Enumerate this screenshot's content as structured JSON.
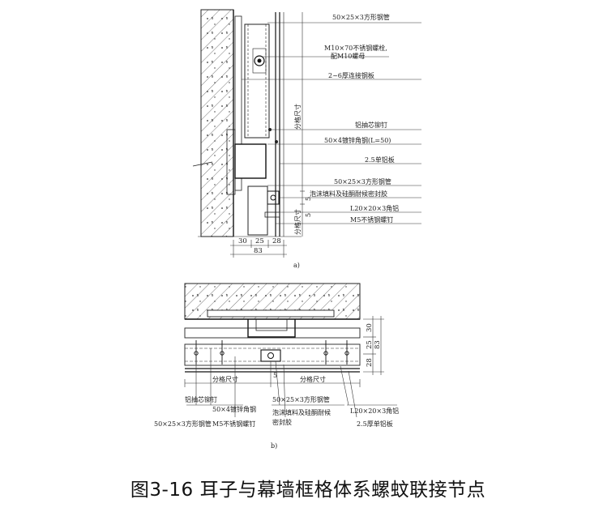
{
  "figure": {
    "number": "图3-16",
    "title": "耳子与幕墙框格体系螺蚊联接节点"
  },
  "detail_a": {
    "label": "a)",
    "callouts": [
      "50×25×3方形钢管",
      "M10×70不锈钢螺栓,",
      "配M10螺母",
      "2~6厚连接钢板",
      "铝抽芯铆钉",
      "50×4镀锌角钢(L=50)",
      "2.5单铝板",
      "50×25×3方形钢管",
      "泡沫填料及硅酮耐候密封胶",
      "L20×20×3角铝",
      "M5不锈钢螺钉"
    ],
    "vertical_dims": [
      "分格尺寸",
      "分格尺寸",
      "5",
      "5"
    ],
    "bottom_dims": [
      "30",
      "25",
      "28",
      "83"
    ]
  },
  "detail_b": {
    "label": "b)",
    "spacing_labels": [
      "分格尺寸",
      "分格尺寸",
      "5"
    ],
    "right_dims": [
      "30",
      "25",
      "28",
      "83"
    ],
    "callouts": [
      "铝抽芯铆钉",
      "50×25×3方形钢管",
      "50×4镀锌角钢",
      "M5不锈钢螺钉",
      "50×25×3方形钢管",
      "泡沫填料及硅酮耐候",
      "密封胶",
      "L20×20×3角铝",
      "2.5厚单铝板"
    ]
  }
}
